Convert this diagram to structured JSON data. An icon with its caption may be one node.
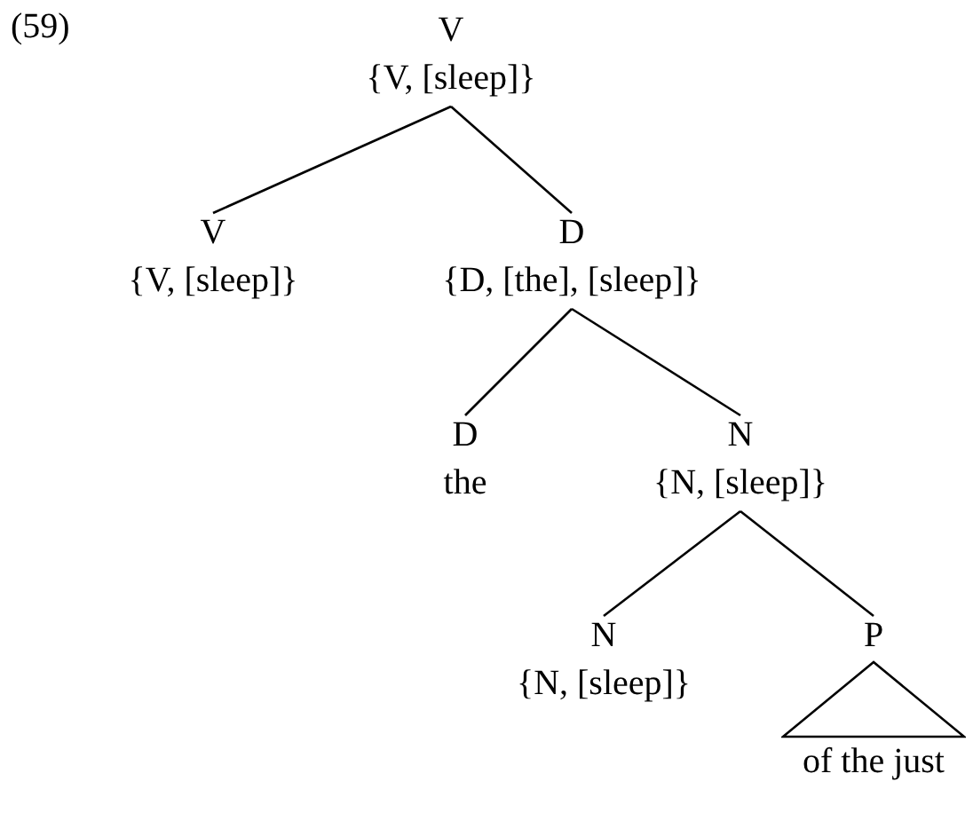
{
  "diagram": {
    "nodes": [
      {
        "text": [
          "V",
          "{V, [sleep]}"
        ]
      },
      {
        "text": [
          "V",
          "{V, [sleep]}"
        ]
      },
      {
        "text": [
          "D",
          "{D, [the], [sleep]}"
        ]
      },
      {
        "text": [
          "D",
          "the"
        ]
      },
      {
        "text": [
          "N",
          "{N, [sleep]}"
        ]
      },
      {
        "text": [
          "N",
          "{N, [sleep]}"
        ]
      },
      {
        "text": [
          "P",
          "of the just"
        ]
      }
    ],
    "edges": [
      {
        "from": 0,
        "to": 1,
        "arrow": "none"
      },
      {
        "from": 0,
        "to": 2,
        "arrow": "none"
      },
      {
        "from": 2,
        "to": 3,
        "arrow": "none"
      },
      {
        "from": 2,
        "to": 4,
        "arrow": "none"
      },
      {
        "from": 4,
        "to": 5,
        "arrow": "none"
      },
      {
        "from": 4,
        "to": 6,
        "arrow": "none"
      }
    ],
    "labels": [
      "(59)"
    ]
  }
}
